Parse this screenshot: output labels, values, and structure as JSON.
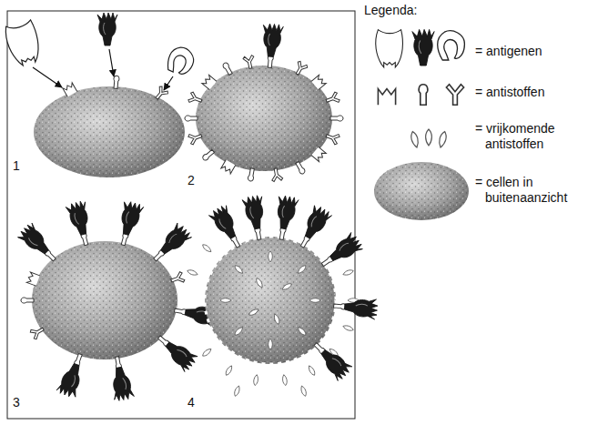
{
  "diagram": {
    "labels": [
      "Legenda:",
      "1",
      "2",
      "3",
      "4"
    ],
    "legend": [
      {
        "text": "= antigenen"
      },
      {
        "text": "= antistoffen"
      },
      {
        "text": "= vrijkomende antistoffen"
      },
      {
        "text": "= cellen in buitenaanzicht"
      }
    ]
  }
}
